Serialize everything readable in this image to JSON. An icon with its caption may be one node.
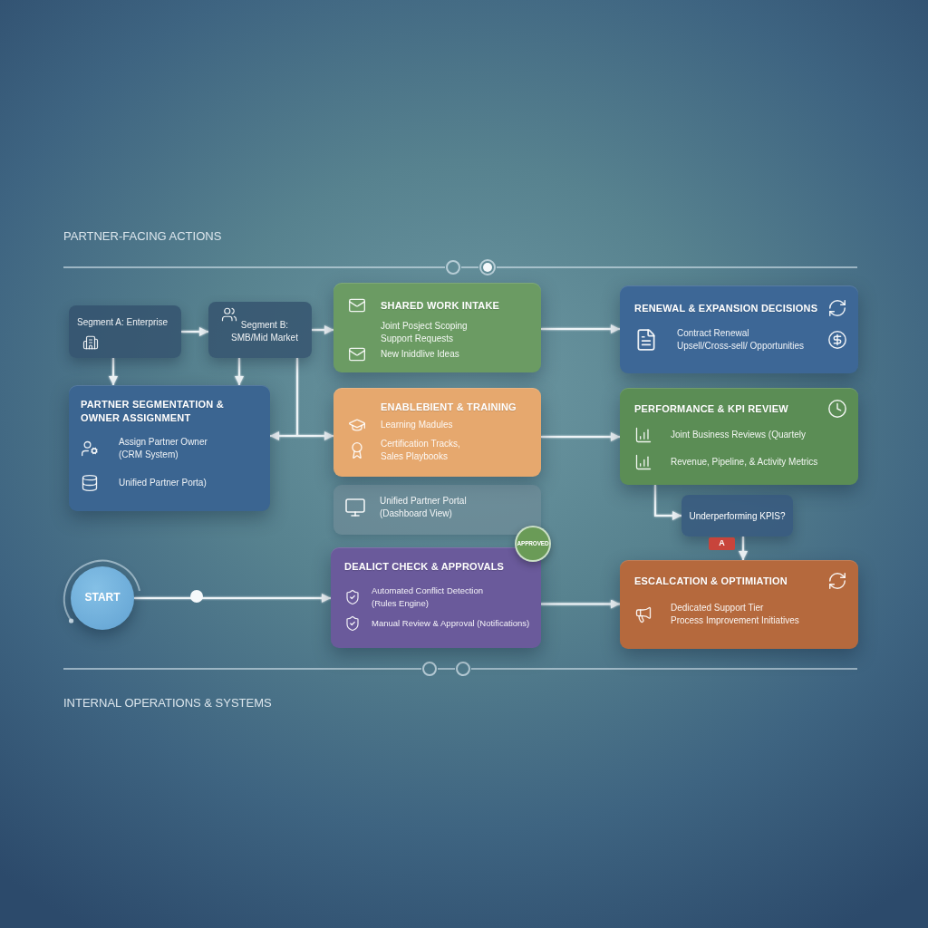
{
  "diagram": {
    "nodes": [
      {
        "text": [
          "Segment A: Enterprise"
        ]
      },
      {
        "text": [
          "Segment B: SMB/Mid Market"
        ]
      },
      {
        "text": [
          "SHARED WORK INTAKE",
          "Joint Posject Scoping",
          "Support Requests",
          "New Iniddlive Ideas"
        ]
      },
      {
        "text": [
          "RENEWAL & EXPANSION DECISIONS",
          "Contract Renewal",
          "Upsell/Cross-sell/ Opportunities"
        ]
      },
      {
        "text": [
          "PARTNER SEGMENTATION & OWNER ASSIGNMENT",
          "Assign Partner Owner (CRM System)",
          "Unified Partner Porta)"
        ]
      },
      {
        "text": [
          "ENABLEBIENT & TRAINING",
          "Learning Madules",
          "Certification Tracks, Sales Playbooks"
        ]
      },
      {
        "text": [
          "PERFORMANCE & KPI REVIEW",
          "Joint Business Reviews (Quartely",
          "Revenue, Pipeline, & Activity Metrics"
        ]
      },
      {
        "text": [
          "Unified Partner Portal",
          "(Dashboard View)"
        ]
      },
      {
        "text": [
          "Underperforming KPIS?"
        ]
      },
      {
        "text": [
          "APPROVED"
        ]
      },
      {
        "text": [
          "A"
        ]
      },
      {
        "text": [
          "START"
        ]
      },
      {
        "text": [
          "DEALICT CHECK & APPROVALS",
          "Automated Conflict Detection (Rules Engine)",
          "Manual Review & Approval (Notifications)"
        ]
      },
      {
        "text": [
          "ESCALCATION & OPTIMIATION",
          "Dedicated Support Tier",
          "Process Improvement Initiatives"
        ]
      }
    ],
    "edges": [
      {
        "from": 0,
        "to": 1,
        "arrow": "to"
      },
      {
        "from": 0,
        "to": 4,
        "arrow": "to"
      },
      {
        "from": 1,
        "to": 4,
        "arrow": "to"
      },
      {
        "from": 1,
        "to": 2,
        "arrow": "to"
      },
      {
        "from": 1,
        "to": 4,
        "arrow": "to"
      },
      {
        "from": 1,
        "to": 5,
        "arrow": "to"
      },
      {
        "from": 2,
        "to": 3,
        "arrow": "to"
      },
      {
        "from": 5,
        "to": 6,
        "arrow": "to"
      },
      {
        "from": 6,
        "to": 8,
        "arrow": "to"
      },
      {
        "from": 8,
        "to": 13,
        "arrow": "to"
      },
      {
        "from": 11,
        "to": 12,
        "arrow": "to"
      },
      {
        "from": 12,
        "to": 13,
        "arrow": "to"
      }
    ],
    "labels": [
      "PARTNER-FACING ACTIONS",
      "INTERNAL OPERATIONS & SYSTEMS"
    ]
  }
}
